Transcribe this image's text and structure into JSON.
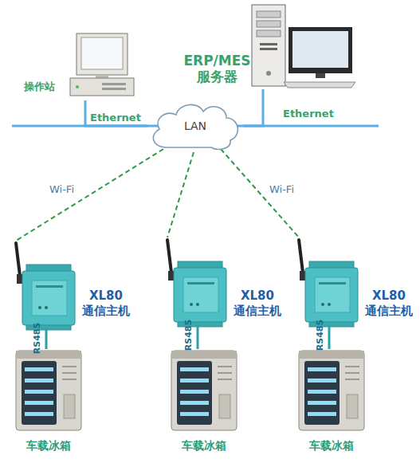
{
  "diagram": {
    "nodes": [
      {
        "text": [
          "操作站"
        ]
      },
      {
        "text": [
          "ERP/MES 服务器"
        ]
      },
      {
        "text": [
          "LAN"
        ]
      },
      {
        "text": [
          "XL80 通信主机"
        ]
      },
      {
        "text": [
          "XL80 通信主机"
        ]
      },
      {
        "text": [
          "XL80 通信主机"
        ]
      },
      {
        "text": [
          "车载冰箱"
        ]
      },
      {
        "text": [
          "车载冰箱"
        ]
      },
      {
        "text": [
          "车载冰箱"
        ]
      }
    ],
    "edges": [
      {
        "from": 0,
        "to": 2,
        "label": "Ethernet",
        "arrow": "none"
      },
      {
        "from": 1,
        "to": 2,
        "label": "Ethernet",
        "arrow": "none"
      },
      {
        "from": 2,
        "to": 3,
        "label": "Wi-Fi",
        "arrow": "none"
      },
      {
        "from": 2,
        "to": 4,
        "arrow": "none"
      },
      {
        "from": 2,
        "to": 5,
        "label": "Wi-Fi",
        "arrow": "none"
      },
      {
        "from": 3,
        "to": 6,
        "label": "RS485",
        "arrow": "none"
      },
      {
        "from": 4,
        "to": 7,
        "label": "RS485",
        "arrow": "none"
      },
      {
        "from": 5,
        "to": 8,
        "label": "RS485",
        "arrow": "none"
      }
    ]
  }
}
